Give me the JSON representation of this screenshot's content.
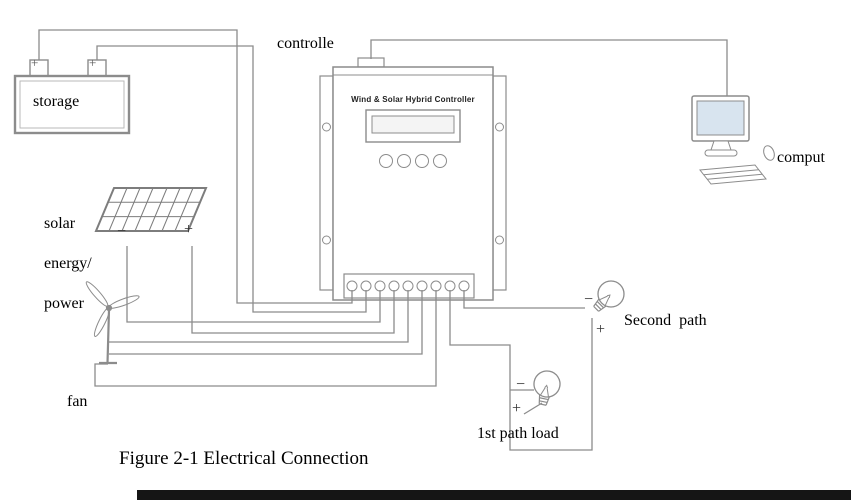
{
  "figure": {
    "caption": "Figure 2-1 Electrical Connection"
  },
  "labels": {
    "controller": "controlle",
    "storage": "storage",
    "source_line1": "solar",
    "source_line2": "energy/",
    "source_line3": "power",
    "fan": "fan",
    "computer": "comput",
    "second_path": "Second  path",
    "first_path_load": "1st path load"
  },
  "controller_unit": {
    "title": "Wind & Solar Hybrid Controller",
    "button_count": 4,
    "terminal_count": 9
  },
  "polarity": {
    "battery_left": "+",
    "battery_right": "+",
    "solar_minus": "−",
    "solar_plus": "+",
    "second_path_minus": "−",
    "second_path_plus": "+",
    "first_path_minus": "−",
    "first_path_plus": "+"
  },
  "colors": {
    "line": "#8c8c8c",
    "text": "#000000",
    "screen_fill": "#d8e4ef",
    "bottom_bar": "#151515",
    "background": "#ffffff"
  }
}
